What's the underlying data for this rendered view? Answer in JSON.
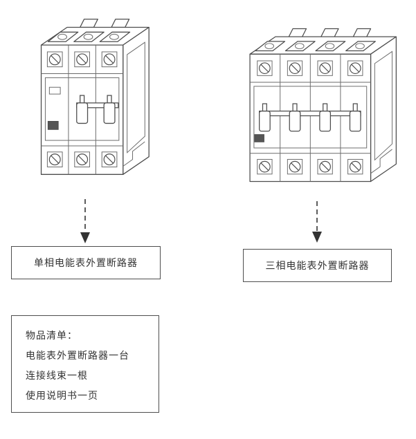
{
  "figure": {
    "left_caption": "单相电能表外置断路器",
    "right_caption": "三相电能表外置断路器",
    "contents_list": {
      "title": "物品清单：",
      "items": [
        "电能表外置断路器一台",
        "连接线束一根",
        "使用说明书一页"
      ]
    }
  },
  "colors": {
    "line": "#4d4d4d",
    "text": "#333333"
  }
}
